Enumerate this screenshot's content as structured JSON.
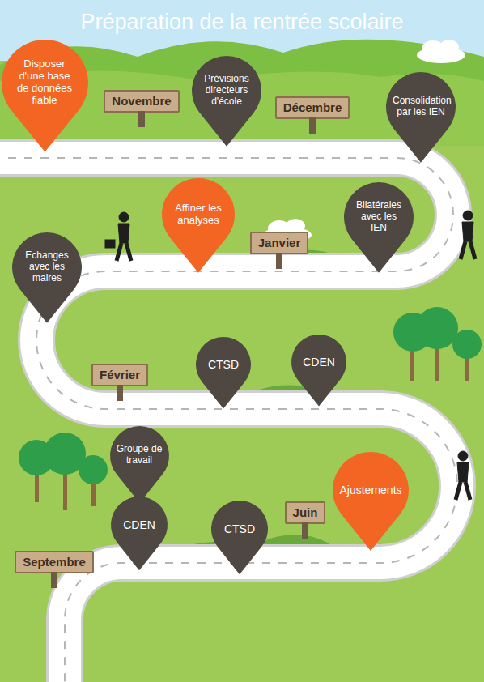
{
  "diagram": {
    "title": "Préparation de la rentrée scolaire",
    "nodes": [
      {
        "text": [
          "Disposer d'une base de données fiable"
        ]
      },
      {
        "text": [
          "Novembre"
        ]
      },
      {
        "text": [
          "Prévisions directeurs d'école"
        ]
      },
      {
        "text": [
          "Décembre"
        ]
      },
      {
        "text": [
          "Consolidation par les IEN"
        ]
      },
      {
        "text": [
          "Affiner les analyses"
        ]
      },
      {
        "text": [
          "Janvier"
        ]
      },
      {
        "text": [
          "Bilatérales avec les IEN"
        ]
      },
      {
        "text": [
          "Echanges avec les maires"
        ]
      },
      {
        "text": [
          "Février"
        ]
      },
      {
        "text": [
          "CTSD"
        ]
      },
      {
        "text": [
          "CDEN"
        ]
      },
      {
        "text": [
          "Groupe de travail"
        ]
      },
      {
        "text": [
          "Ajustements"
        ]
      },
      {
        "text": [
          "Juin"
        ]
      },
      {
        "text": [
          "CDEN"
        ]
      },
      {
        "text": [
          "CTSD"
        ]
      },
      {
        "text": [
          "Septembre"
        ]
      }
    ]
  }
}
